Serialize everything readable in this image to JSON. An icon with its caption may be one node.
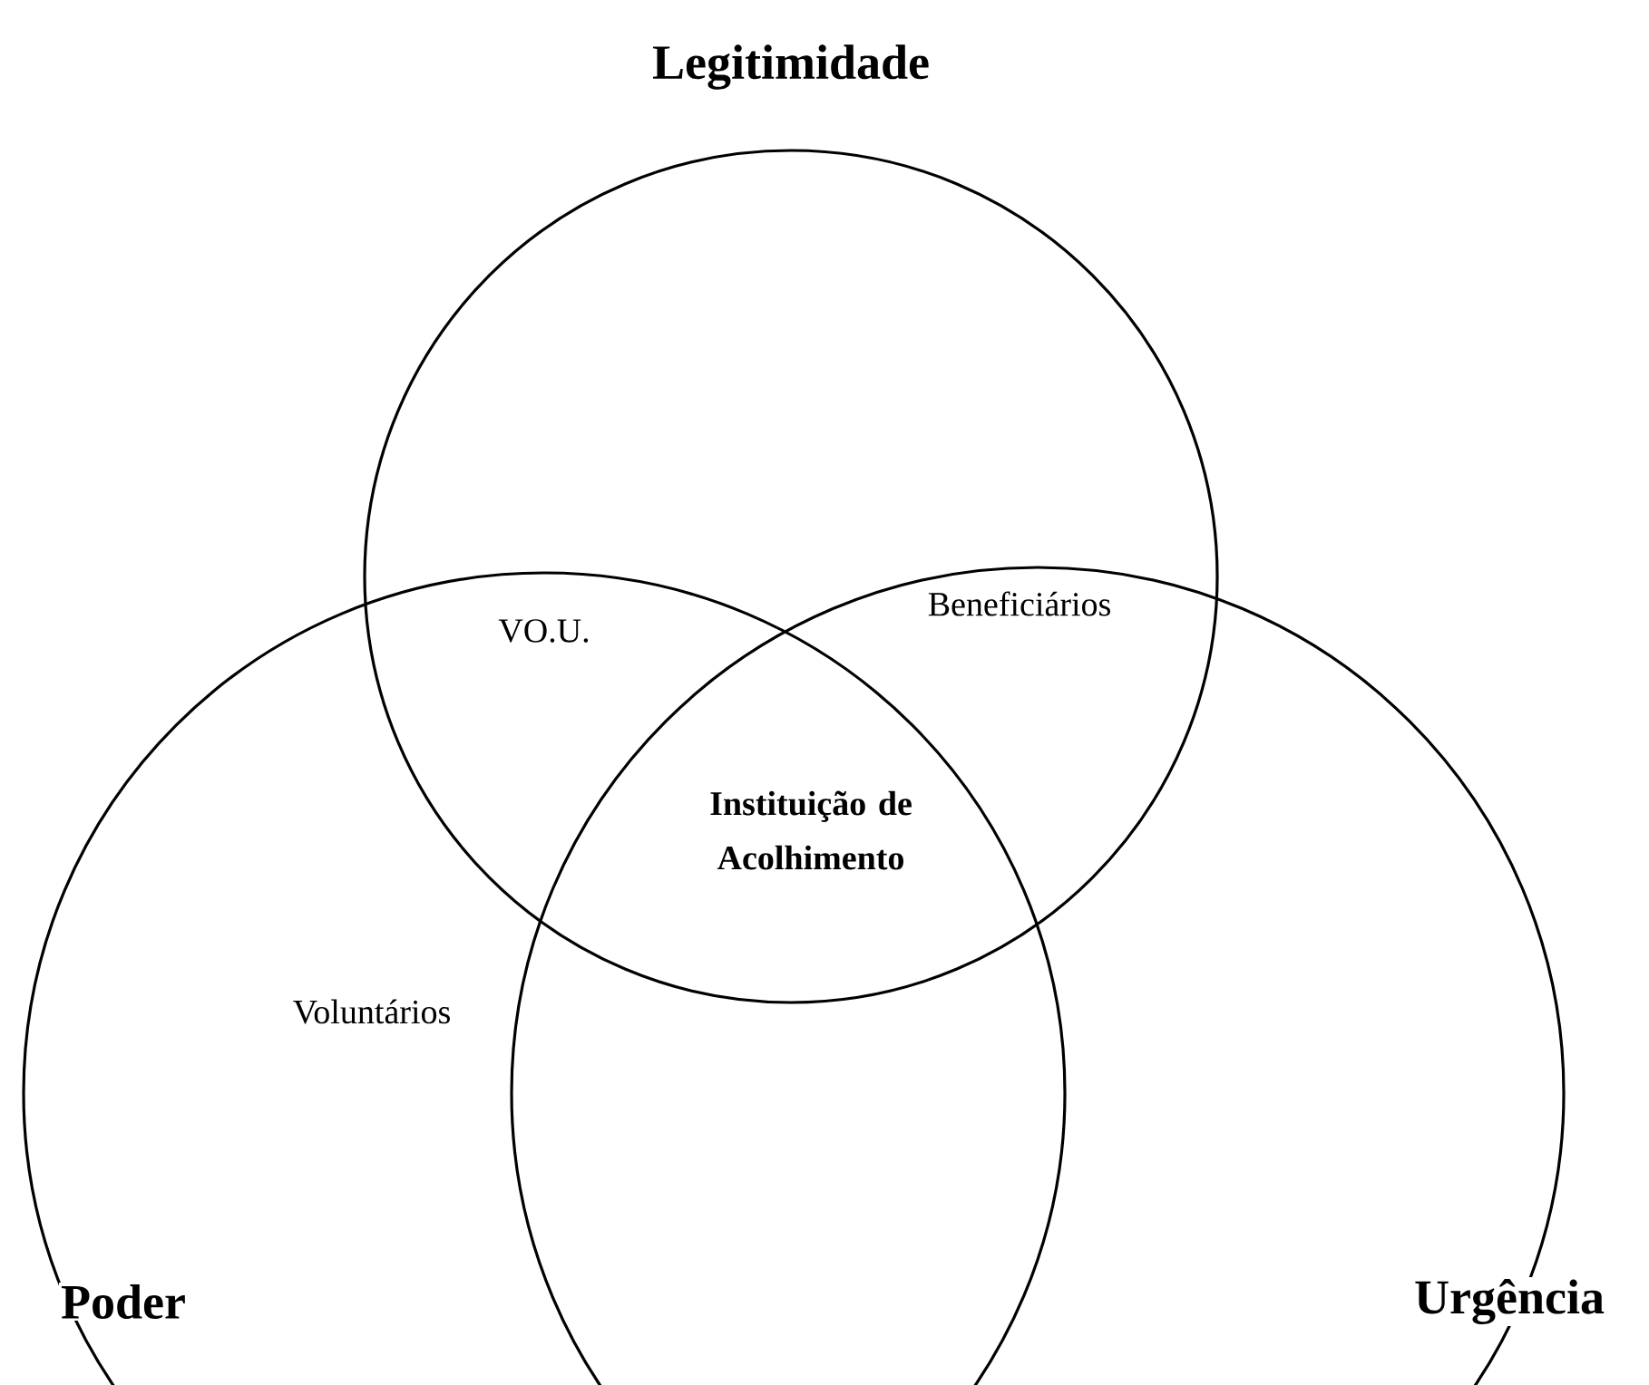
{
  "diagram": {
    "nodes": [
      {
        "text": [
          "Legitimidade"
        ]
      },
      {
        "text": [
          "Poder"
        ]
      },
      {
        "text": [
          "Urgência"
        ]
      }
    ],
    "labels": [
      "VO.U.",
      "Beneficiários",
      "Instituição de Acolhimento",
      "Voluntários"
    ]
  }
}
